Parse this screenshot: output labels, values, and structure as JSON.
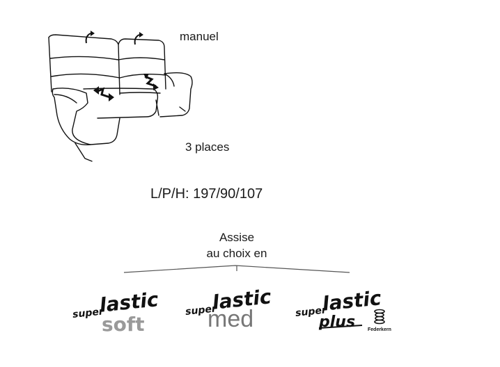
{
  "product": {
    "mode": "manuel",
    "seats": "3 places",
    "dimensions": "L/P/H: 197/90/107"
  },
  "seat_choice": {
    "line1": "Assise",
    "line2": "au choix en"
  },
  "options": [
    {
      "brand_small": "super",
      "brand_large": "lastic",
      "variant": "soft"
    },
    {
      "brand_small": "super",
      "brand_large": "lastic",
      "variant": "med"
    },
    {
      "brand_small": "super",
      "brand_large": "lastic",
      "variant": "plus",
      "caption": "Federkern"
    }
  ],
  "colors": {
    "ink": "#111111",
    "soft_gray": "#9a9a9a",
    "med_gray": "#777777"
  }
}
